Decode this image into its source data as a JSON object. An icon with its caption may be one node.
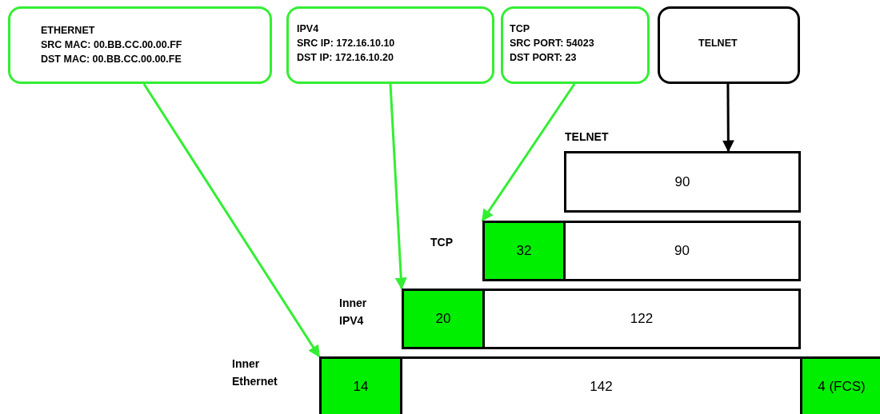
{
  "diagram": {
    "nodes": [
      {
        "text": [
          "ETHERNET",
          "SRC MAC: 00.BB.CC.00.00.FF",
          "DST MAC: 00.BB.CC.00.00.FE"
        ]
      },
      {
        "text": [
          "IPV4",
          "SRC IP: 172.16.10.10",
          "DST IP: 172.16.10.20"
        ]
      },
      {
        "text": [
          "TCP",
          "SRC PORT: 54023",
          "DST PORT: 23"
        ]
      },
      {
        "text": [
          "TELNET"
        ]
      },
      {
        "text": [
          "90"
        ]
      },
      {
        "text": [
          "32"
        ]
      },
      {
        "text": [
          "90"
        ]
      },
      {
        "text": [
          "20"
        ]
      },
      {
        "text": [
          "122"
        ]
      },
      {
        "text": [
          "14"
        ]
      },
      {
        "text": [
          "142"
        ]
      },
      {
        "text": [
          "4 (FCS)"
        ]
      }
    ],
    "edges": [
      {
        "from": 0,
        "to": 9,
        "arrow": "to",
        "color": "#33ee33"
      },
      {
        "from": 1,
        "to": 7,
        "arrow": "to",
        "color": "#33ee33"
      },
      {
        "from": 2,
        "to": 5,
        "arrow": "to",
        "color": "#33ee33"
      },
      {
        "from": 3,
        "to": 4,
        "arrow": "to",
        "color": "#000000"
      }
    ],
    "labels": [
      "TELNET",
      "TCP",
      "Inner IPV4",
      "Inner Ethernet"
    ]
  }
}
